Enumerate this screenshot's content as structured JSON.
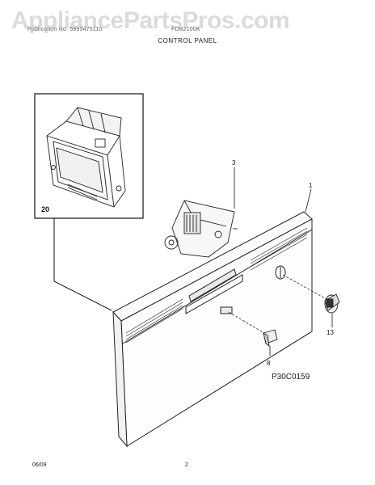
{
  "watermark": "AppliancePartsPros.com",
  "header": {
    "publication": "Publication No. 5995475110",
    "model": "FDB2100K",
    "section_title": "CONTROL PANEL"
  },
  "callouts": {
    "panel": "1",
    "switch": "3",
    "inset": "20",
    "button": "8",
    "knob": "13"
  },
  "figure_id": "P30C0159",
  "footer": {
    "date": "06/09",
    "page": "2"
  }
}
